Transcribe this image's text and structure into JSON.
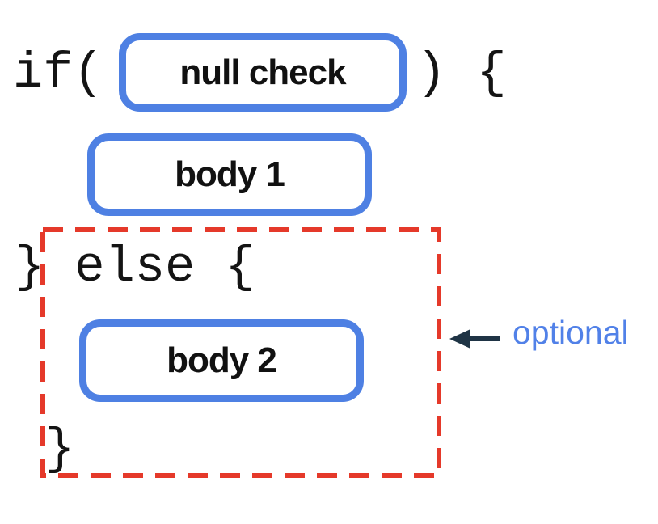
{
  "colors": {
    "box_blue": "#4e80e3",
    "dash_red": "#e5392a",
    "arrow_dark": "#1f3445",
    "annotation_blue": "#5181e8",
    "code_black": "#141414",
    "label_black": "#111111",
    "background": "#ffffff"
  },
  "code": {
    "if_open": "if(",
    "if_close": ") {",
    "else_line": "} else {",
    "closing_brace": "}"
  },
  "boxes": {
    "condition": "null check",
    "body1": "body 1",
    "body2": "body 2"
  },
  "annotation": {
    "label": "optional"
  }
}
